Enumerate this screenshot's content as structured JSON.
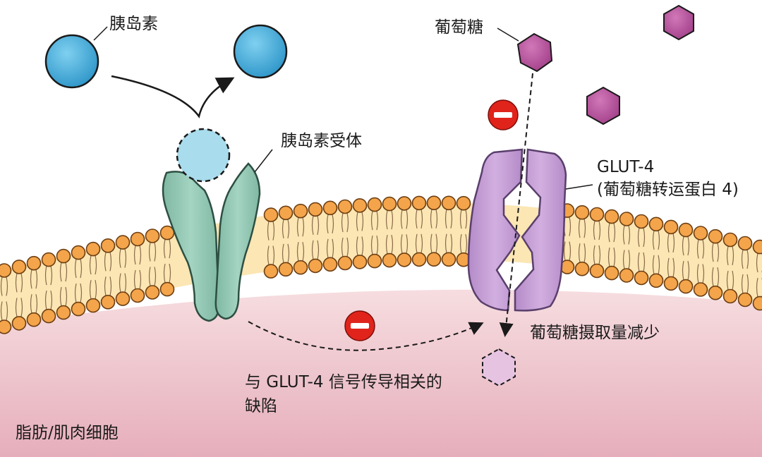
{
  "labels": {
    "insulin": "胰岛素",
    "glucose": "葡萄糖",
    "insulin_receptor": "胰岛素受体",
    "glut4": "GLUT-4",
    "glut4_full": "(葡萄糖转运蛋白 4)",
    "glucose_uptake_reduced": "葡萄糖摄取量减少",
    "defect_line1": "与 GLUT-4 信号传导相关的",
    "defect_line2": "缺陷",
    "cell": "脂肪/肌肉细胞"
  },
  "colors": {
    "insulin": "#3ba9d8",
    "glucose": "#b44f9b",
    "receptor": "#8ec5b0",
    "transporter": "#c9a0d8",
    "lipid_head": "#f4a44a",
    "cytoplasm": "#ecc0c8",
    "inhibit": "#e0241b"
  }
}
